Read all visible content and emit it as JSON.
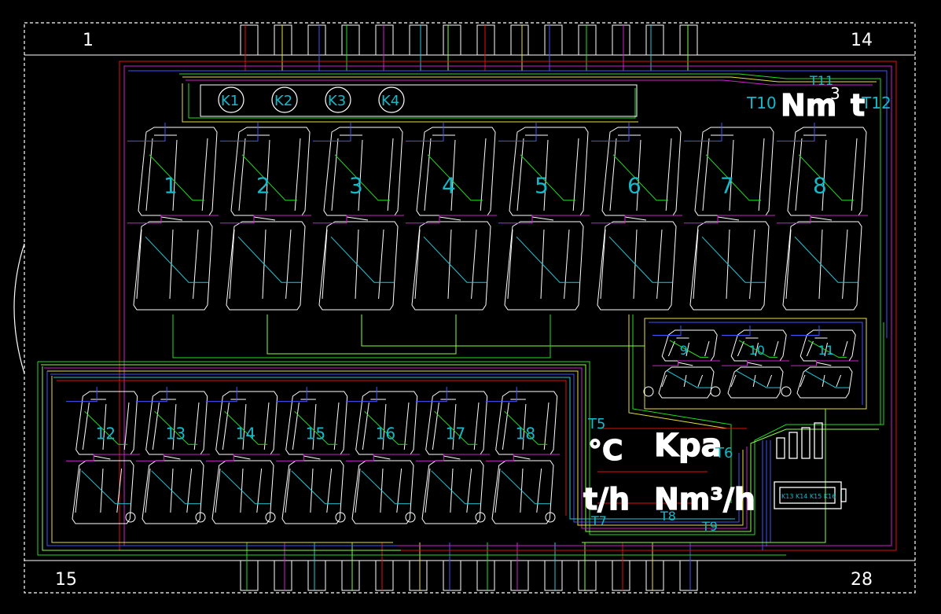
{
  "pins": {
    "top_left": "1",
    "top_right": "14",
    "bottom_left": "15",
    "bottom_right": "28"
  },
  "keys": [
    "K1",
    "K2",
    "K3",
    "K4"
  ],
  "top_units": {
    "nm3": "Nm",
    "t": "t",
    "t10": "T10",
    "t11": "T11",
    "t12": "T12"
  },
  "large_digits": [
    "1",
    "2",
    "3",
    "4",
    "5",
    "6",
    "7",
    "8"
  ],
  "small_digits": [
    "9",
    "10",
    "11"
  ],
  "bottom_digits": [
    "12",
    "13",
    "14",
    "15",
    "16",
    "17",
    "18"
  ],
  "units": {
    "celsius": "°C",
    "t5": "T5",
    "kpa": "Kpa",
    "t6": "T6",
    "th": "t/h",
    "nm3h": "Nm³/h",
    "t7": "T7",
    "t8": "T8",
    "t9": "T9",
    "battery": "K13 K14 K15 K16"
  },
  "colors": {
    "outline": "#ffffff",
    "red": "#e01010",
    "green": "#22dd22",
    "blue": "#4455ff",
    "magenta": "#d020d0",
    "cyan": "#20c8d8",
    "yellow": "#e8e040",
    "lime": "#88ff44"
  }
}
